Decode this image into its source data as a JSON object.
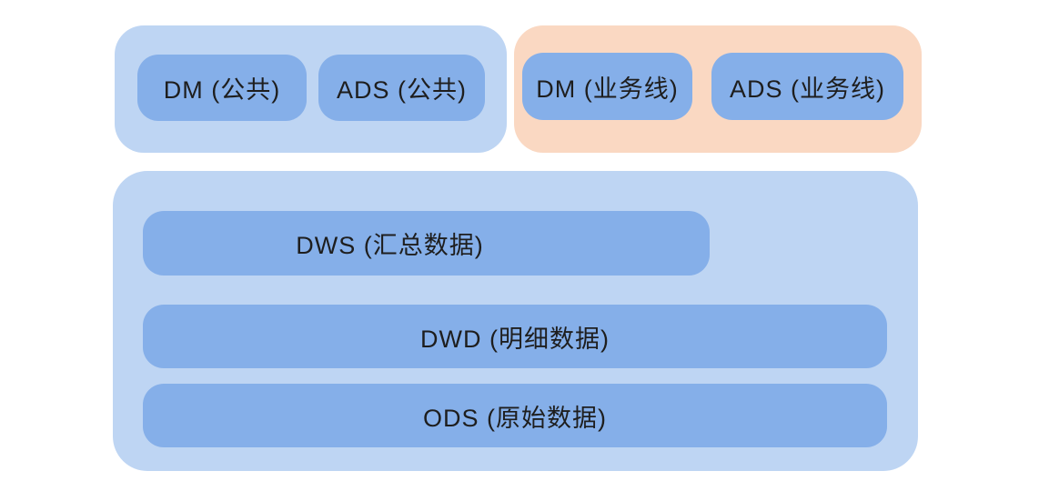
{
  "colors": {
    "background": "#ffffff",
    "outer_blue": "#bed5f3",
    "peach": "#fad8c2",
    "inner_blue": "#85afe9",
    "text": "#1e1e1e"
  },
  "groups": {
    "public": {
      "nodes": [
        {
          "label": "DM (公共)"
        },
        {
          "label": "ADS (公共)"
        }
      ]
    },
    "business": {
      "nodes": [
        {
          "label": "DM (业务线)"
        },
        {
          "label": "ADS (业务线)"
        }
      ]
    },
    "warehouse": {
      "nodes": [
        {
          "label": "DWS (汇总数据)"
        },
        {
          "label": "DWD (明细数据)"
        },
        {
          "label": "ODS (原始数据)"
        }
      ]
    }
  }
}
